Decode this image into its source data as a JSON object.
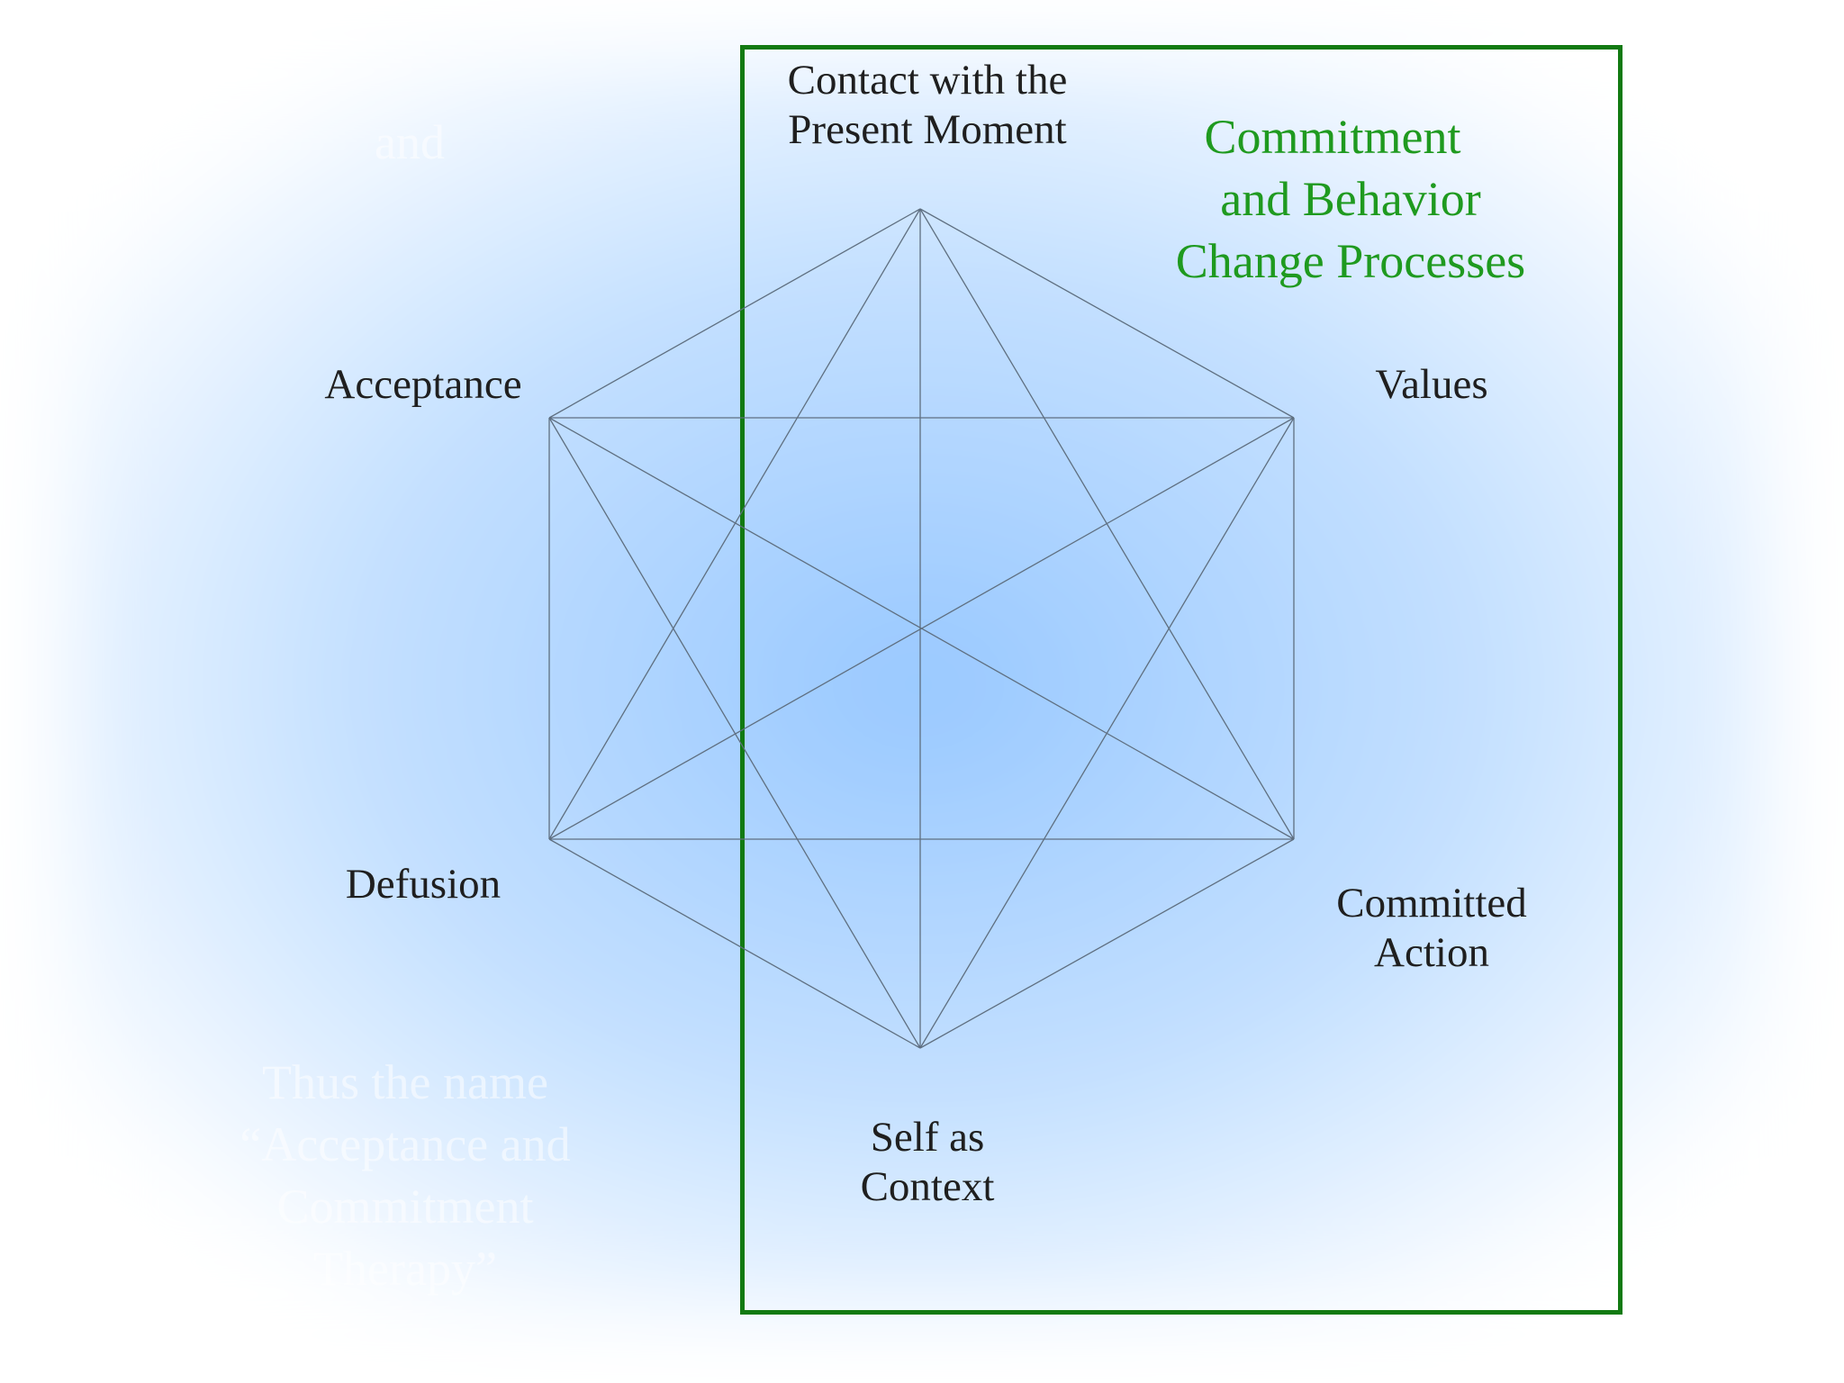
{
  "colors": {
    "background": "#ffffff",
    "glow_center": "#98c8ff",
    "glow_mid": "#c4e0ff",
    "label_text": "#1f1f1f",
    "box_border": "#127a12",
    "box_text": "#1f9a1f",
    "hexaflex_lines": "#5f6f80",
    "ghost_text": "#ffffff"
  },
  "ghost_top_text": "and",
  "ghost_bottom_lines": [
    "Thus the name",
    "“Acceptance and",
    "Commitment",
    "Therapy”"
  ],
  "box_heading_lines": [
    "Commitment",
    "and Behavior",
    "Change Processes"
  ],
  "processes": {
    "present_moment": [
      "Contact with the",
      "Present Moment"
    ],
    "acceptance": "Acceptance",
    "values": "Values",
    "defusion": "Defusion",
    "committed_action": [
      "Committed",
      "Action"
    ],
    "self_as_context": [
      "Self as",
      "Context"
    ]
  }
}
